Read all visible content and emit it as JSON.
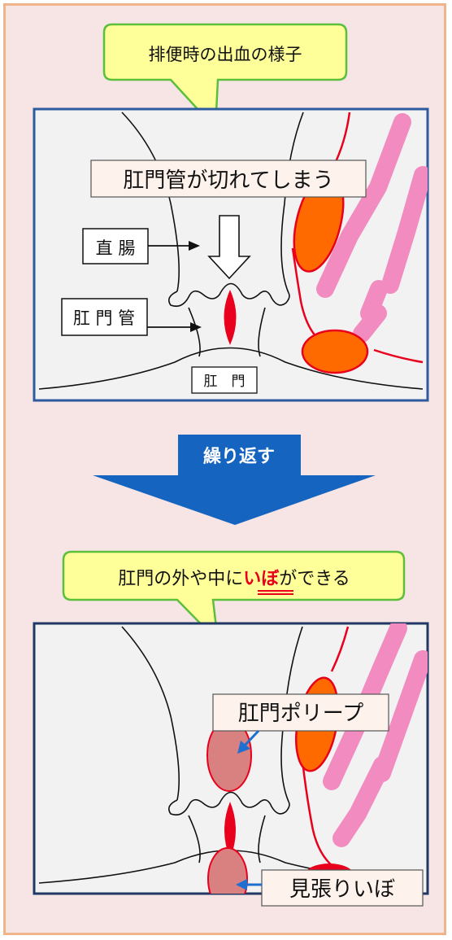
{
  "bubble_top": {
    "text": "排便時の出血の様子"
  },
  "panel_top": {
    "title_label": "肛門管が切れてしまう",
    "label_rectum": "直 腸",
    "label_anal_canal": "肛 門 管",
    "label_anus": "肛　門"
  },
  "arrow_step": {
    "label": "繰り返す"
  },
  "bubble_bottom": {
    "text_before": "肛門の外や中に",
    "text_emphasis": "いぼ",
    "text_after": "ができる"
  },
  "panel_bottom": {
    "label_polyp": "肛門ポリープ",
    "label_skin_tag": "見張りいぼ"
  },
  "colors": {
    "background": "#f7e4e4",
    "frame_border": "#f0b48a",
    "bubble_fill": "#ffff99",
    "bubble_border": "#5bbf3c",
    "panel_fill": "#f2f2f2",
    "panel_border_top": "#2e5a9e",
    "panel_border_bottom": "#1f3864",
    "vessel_red": "#e8001c",
    "hemorrhoid_orange": "#ff6a00",
    "pink_stripe": "#f28cc0",
    "big_arrow_blue": "#1565c0",
    "lesion_fill": "#d98080",
    "pointer_blue": "#1e6fd0",
    "emphasis_underline": "#e8001c"
  }
}
